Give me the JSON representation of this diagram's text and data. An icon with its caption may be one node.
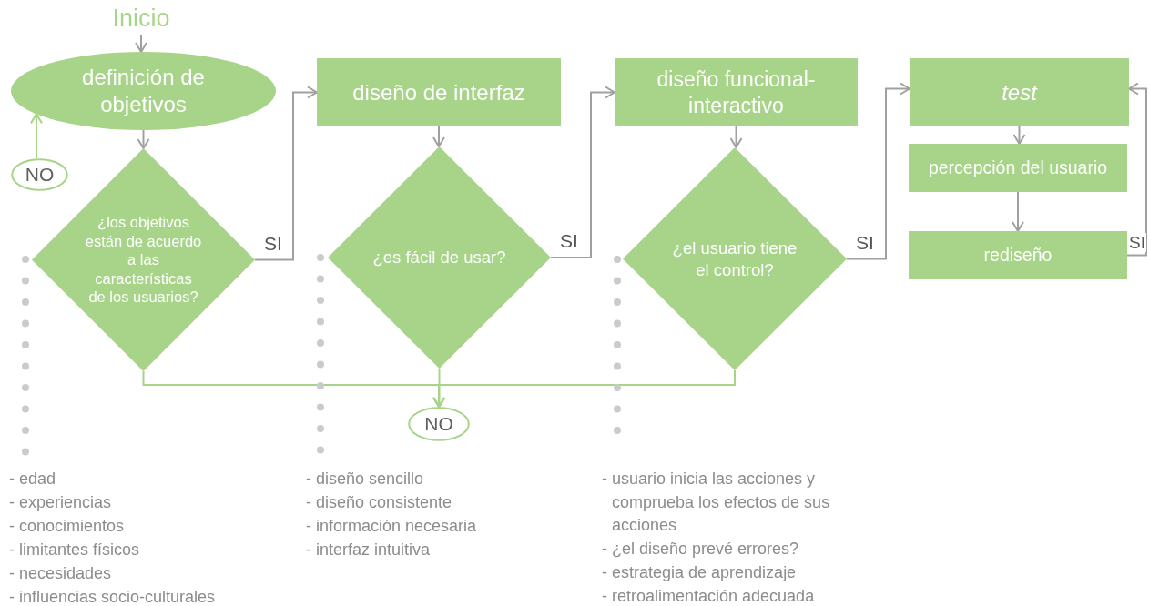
{
  "diagram": {
    "nodes": [
      {
        "text": [
          "Inicio"
        ]
      },
      {
        "text": [
          "definición de objetivos"
        ]
      },
      {
        "text": [
          "NO"
        ]
      },
      {
        "text": [
          "¿los objetivos están de acuerdo a las características de los usuarios?"
        ]
      },
      {
        "text": [
          "diseño de interfaz"
        ]
      },
      {
        "text": [
          "¿es fácil de usar?"
        ]
      },
      {
        "text": [
          "diseño funcional-interactivo"
        ]
      },
      {
        "text": [
          "¿el usuario tiene el control?"
        ]
      },
      {
        "text": [
          "test"
        ]
      },
      {
        "text": [
          "percepción del usuario"
        ]
      },
      {
        "text": [
          "rediseño"
        ]
      },
      {
        "text": [
          "NO"
        ]
      }
    ],
    "edges": [
      {
        "from": 0,
        "to": 1,
        "arrow": "to"
      },
      {
        "from": 1,
        "to": 3,
        "arrow": "to"
      },
      {
        "from": 3,
        "to": 4,
        "arrow": "to",
        "label": "SI"
      },
      {
        "from": 4,
        "to": 5,
        "arrow": "to"
      },
      {
        "from": 5,
        "to": 6,
        "arrow": "to",
        "label": "SI"
      },
      {
        "from": 6,
        "to": 7,
        "arrow": "to"
      },
      {
        "from": 7,
        "to": 8,
        "arrow": "to",
        "label": "SI"
      },
      {
        "from": 8,
        "to": 9,
        "arrow": "to"
      },
      {
        "from": 9,
        "to": 10,
        "arrow": "to"
      },
      {
        "from": 10,
        "to": 8,
        "arrow": "to",
        "label": "SI"
      },
      {
        "from": 3,
        "to": 11,
        "arrow": "to",
        "color": "#a8d48a"
      },
      {
        "from": 5,
        "to": 11,
        "arrow": "to",
        "color": "#a8d48a"
      },
      {
        "from": 7,
        "to": 11,
        "arrow": "to",
        "color": "#a8d48a"
      },
      {
        "from": 2,
        "to": 1,
        "arrow": "to",
        "color": "#a8d48a"
      }
    ],
    "labels": [
      "- edad",
      "- experiencias",
      "- conocimientos",
      "- limitantes físicos",
      "- necesidades",
      "- influencias socio-culturales",
      "- diseño sencillo",
      "- diseño consistente",
      "- información necesaria",
      "- interfaz intuitiva",
      "- usuario inicia las acciones y comprueba los efectos de sus acciones",
      "- ¿el diseño prevé errores?",
      "- estrategia de aprendizaje",
      "- retroalimentación adecuada"
    ]
  }
}
